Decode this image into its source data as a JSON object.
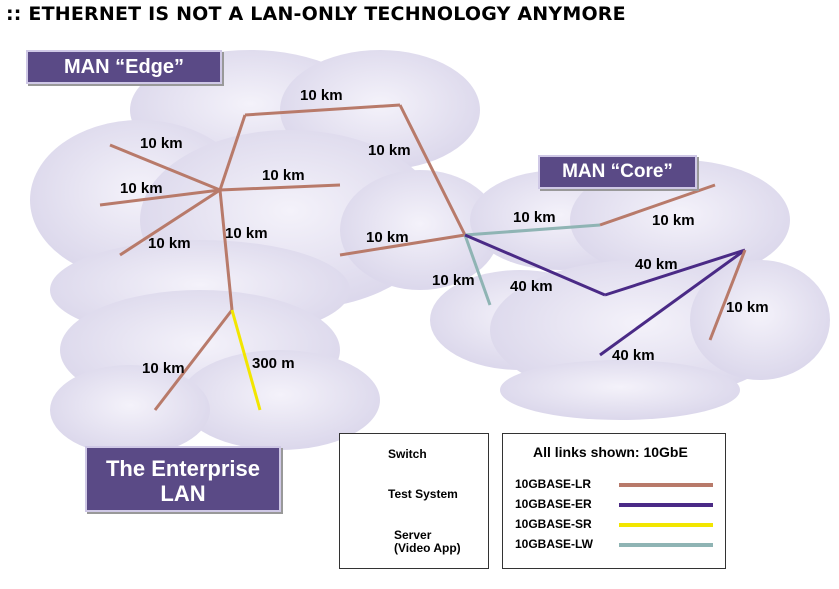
{
  "title": ":: ETHERNET IS NOT A LAN-ONLY TECHNOLOGY ANYMORE",
  "tags": {
    "edge": "MAN “Edge”",
    "core": "MAN “Core”",
    "lan_line1": "The Enterprise",
    "lan_line2": "LAN"
  },
  "link_labels": {
    "s1_s2": "10 km",
    "s2_s3": "10 km",
    "t1_s1": "10 km",
    "t2_s1": "10 km",
    "t3_s1": "10 km",
    "s1_s4": "10 km",
    "s1_s5": "10 km",
    "server1_s3": "10 km",
    "s3_t4": "10 km",
    "s3_s6": "10 km",
    "s6_t5": "10 km",
    "s3_s7": "40 km",
    "s7_s8": "40 km",
    "t6_s8": "40 km",
    "s8_s9": "10 km",
    "t7_s5": "10 km",
    "s5_server2": "300 m"
  },
  "legend": {
    "switch": "Switch",
    "test_system": "Test System",
    "server_line1": "Server",
    "server_line2": "(Video App)",
    "links_title": "All links shown: 10GbE",
    "links": [
      {
        "name": "10GBASE-LR",
        "color": "#b87a6a"
      },
      {
        "name": "10GBASE-ER",
        "color": "#4a2a86"
      },
      {
        "name": "10GBASE-SR",
        "color": "#f2e600"
      },
      {
        "name": "10GBASE-LW",
        "color": "#8fb4b4"
      }
    ]
  },
  "colors": {
    "cloud": "#e2dff0",
    "switch_body": "#4a90c4",
    "tag_bg": "#5a4a86"
  }
}
